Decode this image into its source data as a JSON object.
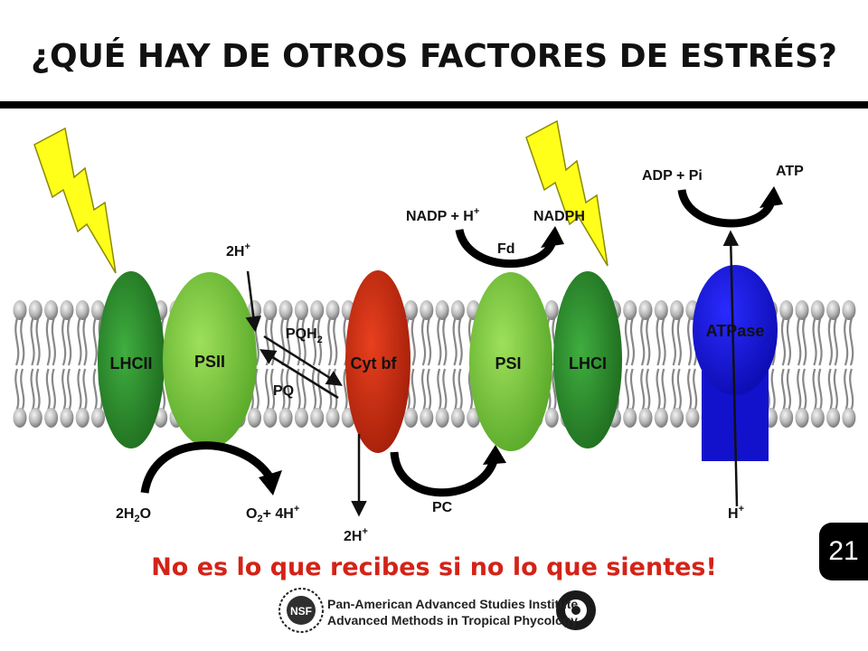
{
  "title": "¿QUÉ HAY DE OTROS FACTORES DE ESTRÉS?",
  "complexes": {
    "lhcii": "LHCII",
    "psii": "PSII",
    "cytbf": "Cyt bf",
    "psi": "PSI",
    "lhci": "LHCI",
    "atpase": "ATPase"
  },
  "labels": {
    "h2o_base": "2H",
    "h2o_sub": "2",
    "h2o_tail": "O",
    "o2_base": "O",
    "o2_sub": "2",
    "o2_tail": "+ 4H",
    "o2_sup": "+",
    "twoh_top": "2H",
    "twoh_top_sup": "+",
    "pqh2_base": "PQH",
    "pqh2_sub": "2",
    "pq": "PQ",
    "twoh_bottom": "2H",
    "twoh_bottom_sup": "+",
    "pc": "PC",
    "nadp": "NADP + H",
    "nadp_sup": "+",
    "nadph": "NADPH",
    "fd": "Fd",
    "adp": "ADP + Pi",
    "atp": "ATP",
    "h_atp": "H",
    "h_atp_sup": "+"
  },
  "slide_number": "21",
  "footer_message": "No es lo que recibes si no lo que sientes!",
  "institute_line1": "Pan-American Advanced Studies Institute",
  "institute_line2": "Advanced Methods in Tropical Phycology",
  "nsf_logo_text": "NSF",
  "colors": {
    "lhc": "#2e8b2e",
    "psii": "#7cc43a",
    "cytbf": "#c42a10",
    "atpase": "#1414d8",
    "lightning": "#ffff1a",
    "footer": "#d42318"
  }
}
